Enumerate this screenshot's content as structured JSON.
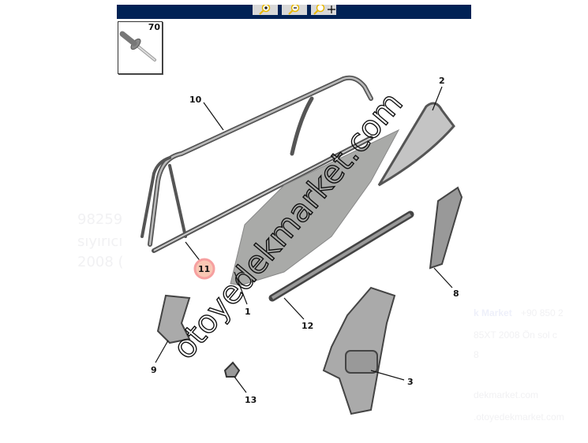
{
  "toolbar": {
    "buttons": [
      {
        "name": "zoom-in",
        "icon": "magnifier-plus-icon"
      },
      {
        "name": "zoom-out",
        "icon": "magnifier-minus-icon"
      },
      {
        "name": "pan",
        "icon": "magnifier-move-icon"
      }
    ],
    "bar_color": "#002255"
  },
  "inset": {
    "part_number": "70"
  },
  "labels": {
    "p10": "10",
    "p2": "2",
    "p11": "11",
    "p1": "1",
    "p12": "12",
    "p8": "8",
    "p9": "9",
    "p13": "13",
    "p3": "3"
  },
  "highlight_color": "#f6a0a0",
  "watermark": "otoyedekmarket.com",
  "background_text": {
    "left": [
      "98259",
      "sıyırıcı",
      "2008 ("
    ],
    "right_brand": "k Market",
    "right_phone": "+90 850 2",
    "right_line2": "85XT 2008 Ön sol c",
    "right_line3": "8",
    "right_site1": "dekmarket.com",
    "right_site2": ".otoyedekmarket.com"
  }
}
